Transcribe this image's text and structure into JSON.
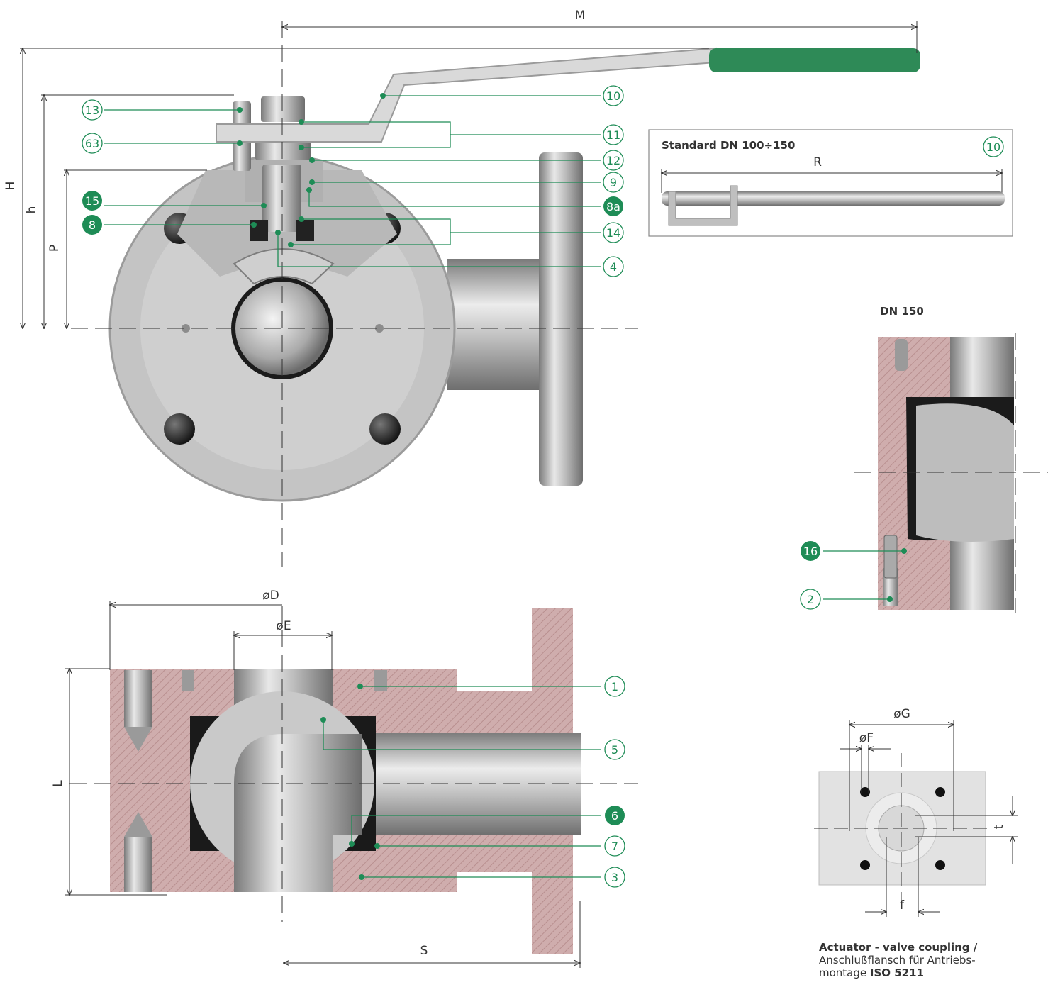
{
  "dimensions": {
    "M": "M",
    "H": "H",
    "h": "h",
    "P": "P",
    "D": "øD",
    "E": "øE",
    "L": "L",
    "S": "S",
    "R": "R",
    "G": "øG",
    "F": "øF",
    "t": "t",
    "f": "f"
  },
  "labels": {
    "p13": "13",
    "p63": "63",
    "p15": "15",
    "p8": "8",
    "p10": "10",
    "p11": "11",
    "p12": "12",
    "p9": "9",
    "p8a": "8a",
    "p14": "14",
    "p4": "4",
    "p1": "1",
    "p5": "5",
    "p6": "6",
    "p7": "7",
    "p3": "3",
    "p16": "16",
    "p2": "2",
    "p10b": "10"
  },
  "inset": {
    "standard_title": "Standard DN 100÷150",
    "dn150_title": "DN 150"
  },
  "caption": {
    "line1": "Actuator - valve coupling /",
    "line2": "Anschlußflansch für Antriebs-",
    "line3a": "montage ",
    "line3b": "ISO 5211"
  },
  "colors": {
    "accent_green": "#1e8c56",
    "handle_green": "#2e8a57",
    "section_hatch": "#c9a3a3",
    "steel": "#c8c8c8"
  }
}
